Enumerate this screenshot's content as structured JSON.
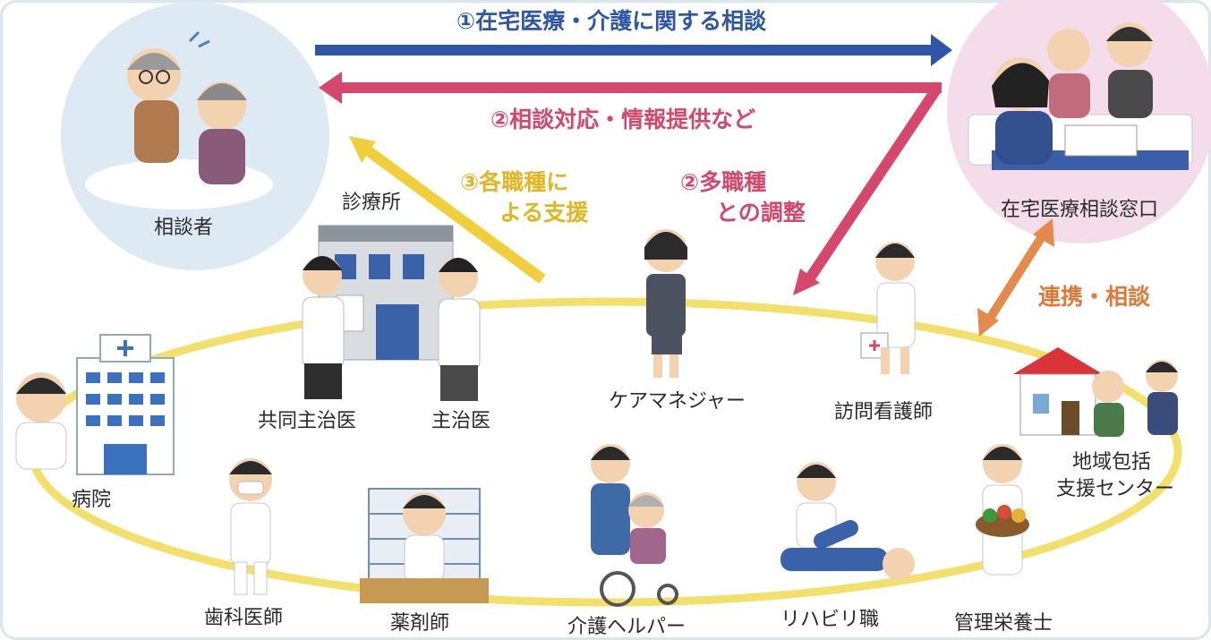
{
  "colors": {
    "blue_arrow": "#2f56a6",
    "pink_arrow": "#d6476c",
    "yellow_arrow": "#f1cf3c",
    "orange_arrow": "#e48a4a",
    "orbit": "#f3e06b",
    "consultant_circle": "#dde9f3",
    "office_circle": "#f5dcea"
  },
  "arrows": {
    "consultation_home_care": "①在宅医療・介護に関する相談",
    "response_info": "②相談対応・情報提供など",
    "profession_support_line1": "③各職種に",
    "profession_support_line2": "よる支援",
    "multi_coordination_line1": "②多職種",
    "multi_coordination_line2": "との調整",
    "cooperation": "連携・相談"
  },
  "nodes": {
    "consultant": "相談者",
    "home_care_office": "在宅医療相談窓口",
    "clinic": "診療所",
    "co_attending_doctor": "共同主治医",
    "attending_doctor": "主治医",
    "care_manager": "ケアマネジャー",
    "visiting_nurse": "訪問看護師",
    "hospital": "病院",
    "dentist": "歯科医師",
    "pharmacist": "薬剤師",
    "care_helper": "介護ヘルパー",
    "rehab_staff": "リハビリ職",
    "dietitian": "管理栄養士",
    "community_center_line1": "地域包括",
    "community_center_line2": "支援センター"
  }
}
